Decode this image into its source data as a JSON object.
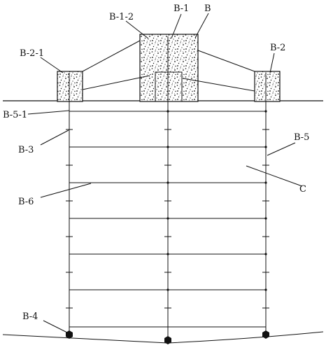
{
  "labels": {
    "B": "B",
    "B_1": "B-1",
    "B_1_2": "B-1-2",
    "B_2_1": "B-2-1",
    "B_2": "B-2",
    "B_5_1": "B-5-1",
    "B_5": "B-5",
    "B_3": "B-3",
    "C": "C",
    "B_6": "B-6",
    "B_4": "B-4"
  }
}
